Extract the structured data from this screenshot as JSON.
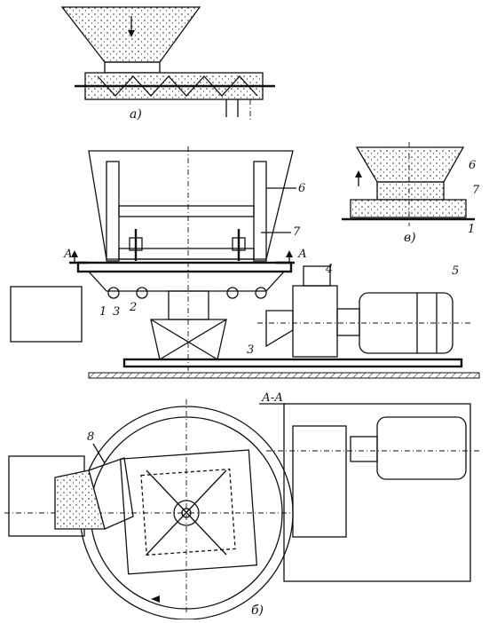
{
  "labels": {
    "view_a_caption": "а)",
    "view_b_caption": "б)",
    "view_v_caption": "в)",
    "section_mark_left": "А",
    "section_mark_right": "А",
    "section_title": "А-А",
    "part_1": "1",
    "part_2": "2",
    "part_3_left": "3",
    "part_3_right": "3",
    "part_4": "4",
    "part_5": "5",
    "part_6_main": "6",
    "part_6_inset": "6",
    "part_7_main": "7",
    "part_7_inset": "7",
    "part_1_inset": "1",
    "part_8": "8"
  }
}
